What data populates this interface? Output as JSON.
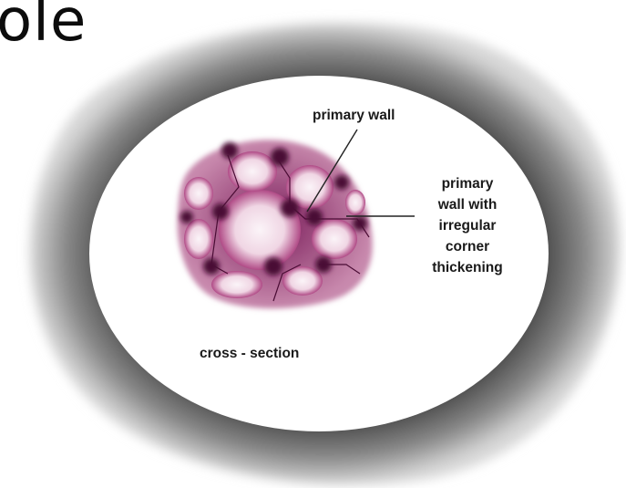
{
  "title_fragment": "ole",
  "labels": {
    "primary_wall": "primary wall",
    "corner_thickening": [
      "primary",
      "wall with",
      "irregular",
      "corner",
      "thickening"
    ],
    "caption": "cross - section"
  },
  "colors": {
    "ring_dark": "#2e2e2e",
    "ring_mid": "#7a7a7a",
    "disc": "#ffffff",
    "cell_wall": "#5a1040",
    "cell_lumen": "#f3e3ec",
    "leader_line": "#222222"
  }
}
